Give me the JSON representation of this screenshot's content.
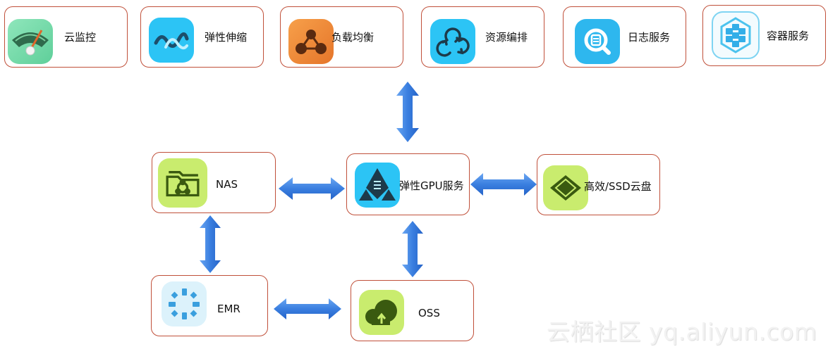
{
  "diagram": {
    "top_row": [
      {
        "id": "cloud-monitor",
        "label": "云监控",
        "icon": "gauge-icon",
        "icon_bg": "#7bdcae"
      },
      {
        "id": "auto-scaling",
        "label": "弹性伸缩",
        "icon": "wave-icon",
        "icon_bg": "#2cc4f5"
      },
      {
        "id": "load-balancer",
        "label": "负载均衡",
        "icon": "network-nodes-icon",
        "icon_bg": "#f08a35"
      },
      {
        "id": "resource-orchestration",
        "label": "资源编排",
        "icon": "cycle-arrows-icon",
        "icon_bg": "#2cc4f5"
      },
      {
        "id": "log-service",
        "label": "日志服务",
        "icon": "log-search-icon",
        "icon_bg": "#2eb7ee"
      },
      {
        "id": "container-service",
        "label": "容器服务",
        "icon": "container-cubes-icon",
        "icon_bg": "#e8f8fd"
      }
    ],
    "center": {
      "id": "elastic-gpu",
      "label": "弹性GPU服务",
      "icon": "gpu-triangle-icon",
      "icon_bg": "#2cc4f5"
    },
    "nas": {
      "id": "nas",
      "label": "NAS",
      "icon": "folder-share-icon",
      "icon_bg": "#c9ec6e"
    },
    "ssd": {
      "id": "ssd-disk",
      "label": "高效/SSD云盘",
      "icon": "diamond-disk-icon",
      "icon_bg": "#c9ec6e"
    },
    "emr": {
      "id": "emr",
      "label": "EMR",
      "icon": "spinner-icon",
      "icon_bg": "#dcf2fb"
    },
    "oss": {
      "id": "oss",
      "label": "OSS",
      "icon": "cloud-upload-icon",
      "icon_bg": "#c9ec6e"
    },
    "connections": [
      {
        "from": "top-row",
        "to": "elastic-gpu",
        "type": "bidirectional"
      },
      {
        "from": "nas",
        "to": "elastic-gpu",
        "type": "bidirectional"
      },
      {
        "from": "elastic-gpu",
        "to": "ssd-disk",
        "type": "bidirectional"
      },
      {
        "from": "nas",
        "to": "emr",
        "type": "bidirectional"
      },
      {
        "from": "elastic-gpu",
        "to": "oss",
        "type": "bidirectional"
      },
      {
        "from": "emr",
        "to": "oss",
        "type": "bidirectional"
      }
    ],
    "arrow_color": "#3a7fe0",
    "border_color": "#c0503a"
  },
  "watermark": "云栖社区 yq.aliyun.com"
}
